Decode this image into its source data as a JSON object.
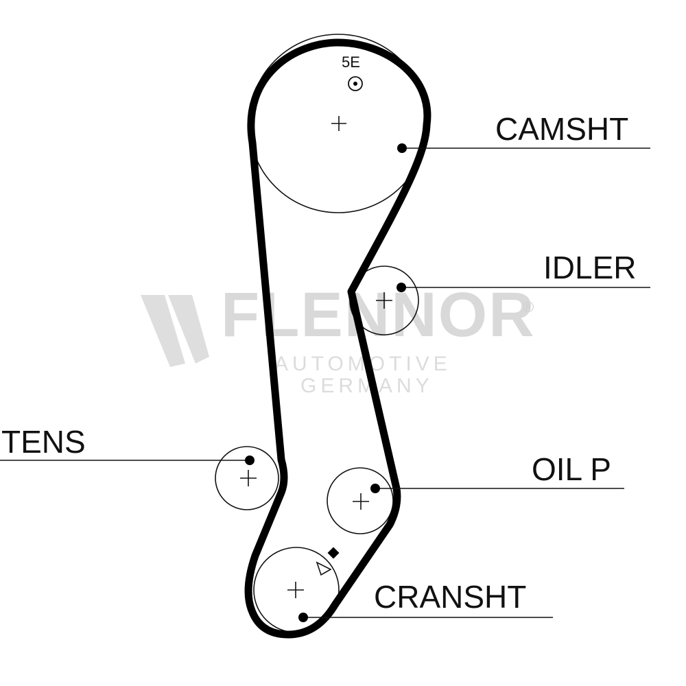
{
  "labels": {
    "camshaft": "CAMSHT",
    "idler": "IDLER",
    "tensioner": "TENS",
    "oil_pump": "OIL P",
    "crankshaft": "CRANSHT",
    "timing_mark": "5E"
  },
  "watermark": {
    "brand": "FLENNOR",
    "line1": "AUTOMOTIVE",
    "line2": "GERMANY",
    "registered": "®"
  },
  "colors": {
    "belt": "#000000",
    "line": "#111111",
    "watermark": "#d9d9d9"
  }
}
